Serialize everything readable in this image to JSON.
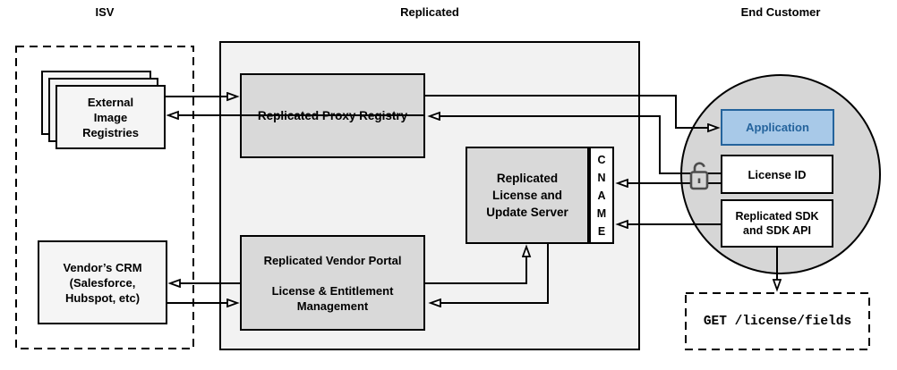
{
  "section_labels": {
    "isv": "ISV",
    "replicated": "Replicated",
    "end_customer": "End Customer"
  },
  "isv": {
    "external_registries": "External\nImage\nRegistries",
    "vendors_crm": "Vendor’s CRM\n(Salesforce,\nHubspot, etc)"
  },
  "replicated": {
    "proxy_registry": "Replicated Proxy Registry",
    "license_update_server": "Replicated\nLicense and\nUpdate Server",
    "cname_letters": [
      "C",
      "N",
      "A",
      "M",
      "E"
    ],
    "vendor_portal": "Replicated Vendor Portal\n\nLicense & Entitlement\nManagement"
  },
  "end_customer": {
    "application": "Application",
    "license_id": "License ID",
    "sdk": "Replicated SDK\nand SDK API",
    "api_endpoint": "GET /license/fields"
  },
  "icons": {
    "padlock": "unlocked-padlock-icon"
  },
  "colors": {
    "application_fill": "#a8c9e8",
    "application_accent": "#24639c",
    "node_gray": "#d9d9d9",
    "container_gray": "#f2f2f2",
    "circle_gray": "#d6d6d6",
    "light_node_gray": "#f5f5f5",
    "white": "#ffffff",
    "line": "#000000",
    "padlock_gray": "#4d4d4d"
  }
}
